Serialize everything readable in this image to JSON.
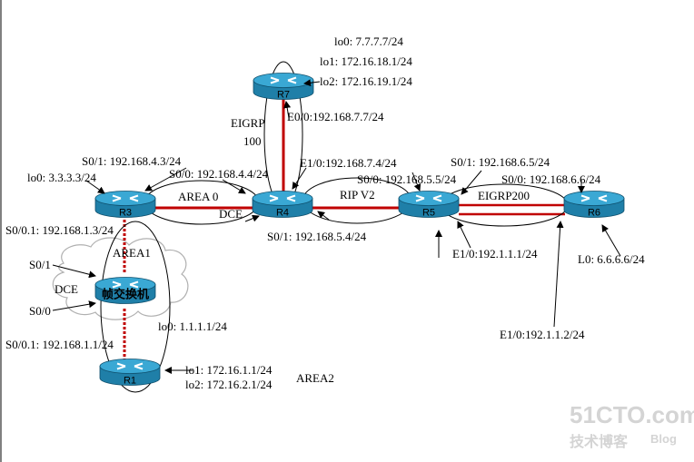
{
  "colors": {
    "router_body": "#1f7fa8",
    "router_top": "#3aa8d4",
    "link_red": "#c00000",
    "ellipse": "#000000",
    "cloud": "#b0b0b0",
    "watermark": "#d4d4d4"
  },
  "routers": {
    "r1": "R1",
    "r3": "R3",
    "r4": "R4",
    "r5": "R5",
    "r6": "R6",
    "r7": "R7",
    "sw": "帧交换机"
  },
  "labels": {
    "r7_lo0": "lo0: 7.7.7.7/24",
    "r7_lo1": "lo1: 172.16.18.1/24",
    "r7_lo2": "lo2: 172.16.19.1/24",
    "r7_e00": "E0/0:192.168.7.7/24",
    "eigrp100_a": "EIGRP",
    "eigrp100_b": "100",
    "r3_s01": "S0/1: 192.168.4.3/24",
    "r3_lo0": "lo0: 3.3.3.3/24",
    "r4_s00": "S0/0: 192.168.4.4/24",
    "r4_e10": "E1/0:192.168.7.4/24",
    "area0": "AREA 0",
    "dce_r4": "DCE",
    "ripv2": "RIP V2",
    "r5_s00": "S0/0: 192.168.5.5/24",
    "r5_s01": "S0/1: 192.168.6.5/24",
    "r6_s00": "S0/0: 192.168.6.6/24",
    "eigrp200": "EIGRP200",
    "r4_s01": "S0/1: 192.168.5.4/24",
    "r5_e10": "E1/0:192.1.1.1/24",
    "r6_l0": "L0: 6.6.6.6/24",
    "r6_e10": "E1/0:192.1.1.2/24",
    "r3_s001": "S0/0.1: 192.168.1.3/24",
    "area1": "AREA1",
    "sw_s01": "S0/1",
    "sw_dce": "DCE",
    "sw_s00": "S0/0",
    "r1_lo0": "lo0: 1.1.1.1/24",
    "r1_s001": "S0/0.1: 192.168.1.1/24",
    "r1_lo1": "lo1: 172.16.1.1/24",
    "r1_lo2": "lo2: 172.16.2.1/24",
    "area2": "AREA2"
  },
  "watermark": {
    "line1": "51CTO.com",
    "line2": "技术博客",
    "line3": "Blog"
  }
}
